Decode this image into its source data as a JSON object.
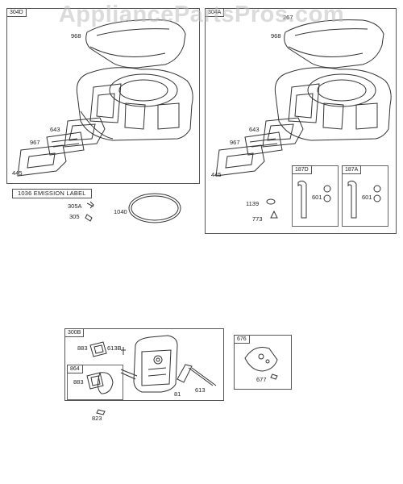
{
  "watermark": "AppliancePartsPros.com",
  "groups": {
    "left_shroud": "304D",
    "right_shroud": "304A",
    "right_sub_a": "187D",
    "right_sub_b": "187A",
    "muffler": "300B",
    "muffler_sub": "864",
    "guard": "676"
  },
  "emission_label": "1036 EMISSION LABEL",
  "callouts": {
    "l968": "968",
    "l643": "643",
    "l967": "967",
    "l445": "445",
    "l305a": "305A",
    "l305": "305",
    "l1040": "1040",
    "r267": "267",
    "r968": "968",
    "r643": "643",
    "r967": "967",
    "r445": "445",
    "r1139": "1139",
    "r773": "773",
    "r601a": "601",
    "r601b": "601",
    "m883a": "883",
    "m613b": "613B",
    "m883b": "883",
    "m81": "81",
    "m613": "613",
    "m823": "823",
    "g677": "677"
  }
}
